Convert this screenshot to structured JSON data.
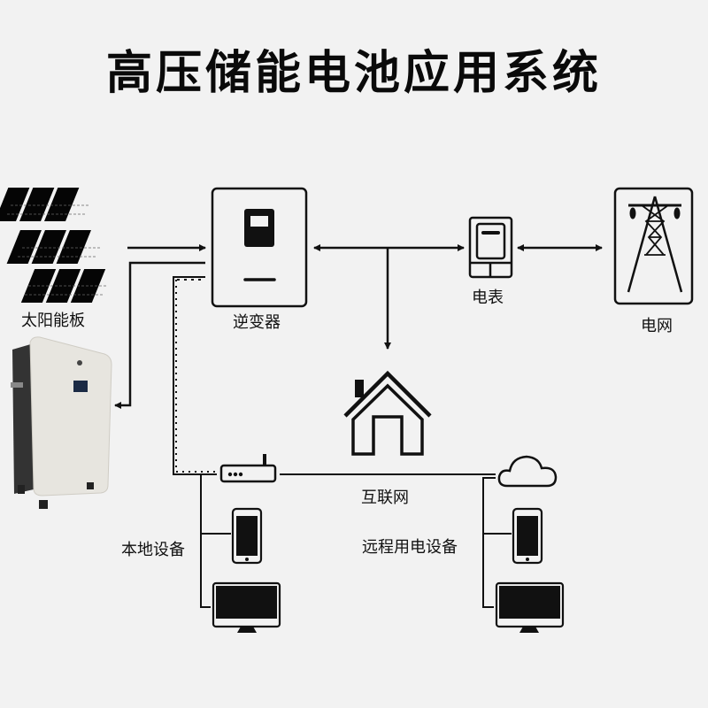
{
  "title": "高压储能电池应用系统",
  "nodes": {
    "solar_panel": {
      "label": "太阳能板",
      "icon": "solar-panel-icon"
    },
    "battery": {
      "label": "",
      "icon": "battery-cabinet"
    },
    "inverter": {
      "label": "逆变器",
      "icon": "inverter-icon"
    },
    "meter": {
      "label": "电表",
      "icon": "electric-meter-icon"
    },
    "grid": {
      "label": "电网",
      "icon": "power-tower-icon"
    },
    "house": {
      "label": "",
      "icon": "house-icon"
    },
    "router": {
      "label": "",
      "icon": "router-icon"
    },
    "internet": {
      "label": "互联网",
      "icon": "cloud-icon"
    },
    "local_devices": {
      "label": "本地设备",
      "icons": [
        "phone-icon",
        "monitor-icon"
      ]
    },
    "remote_devices": {
      "label": "远程用电设备",
      "icons": [
        "phone-icon",
        "monitor-icon"
      ]
    }
  },
  "colors": {
    "background": "#f2f2f2",
    "line": "#111111",
    "battery_body": "#e8e6e1",
    "battery_side": "#3a3a3a"
  }
}
